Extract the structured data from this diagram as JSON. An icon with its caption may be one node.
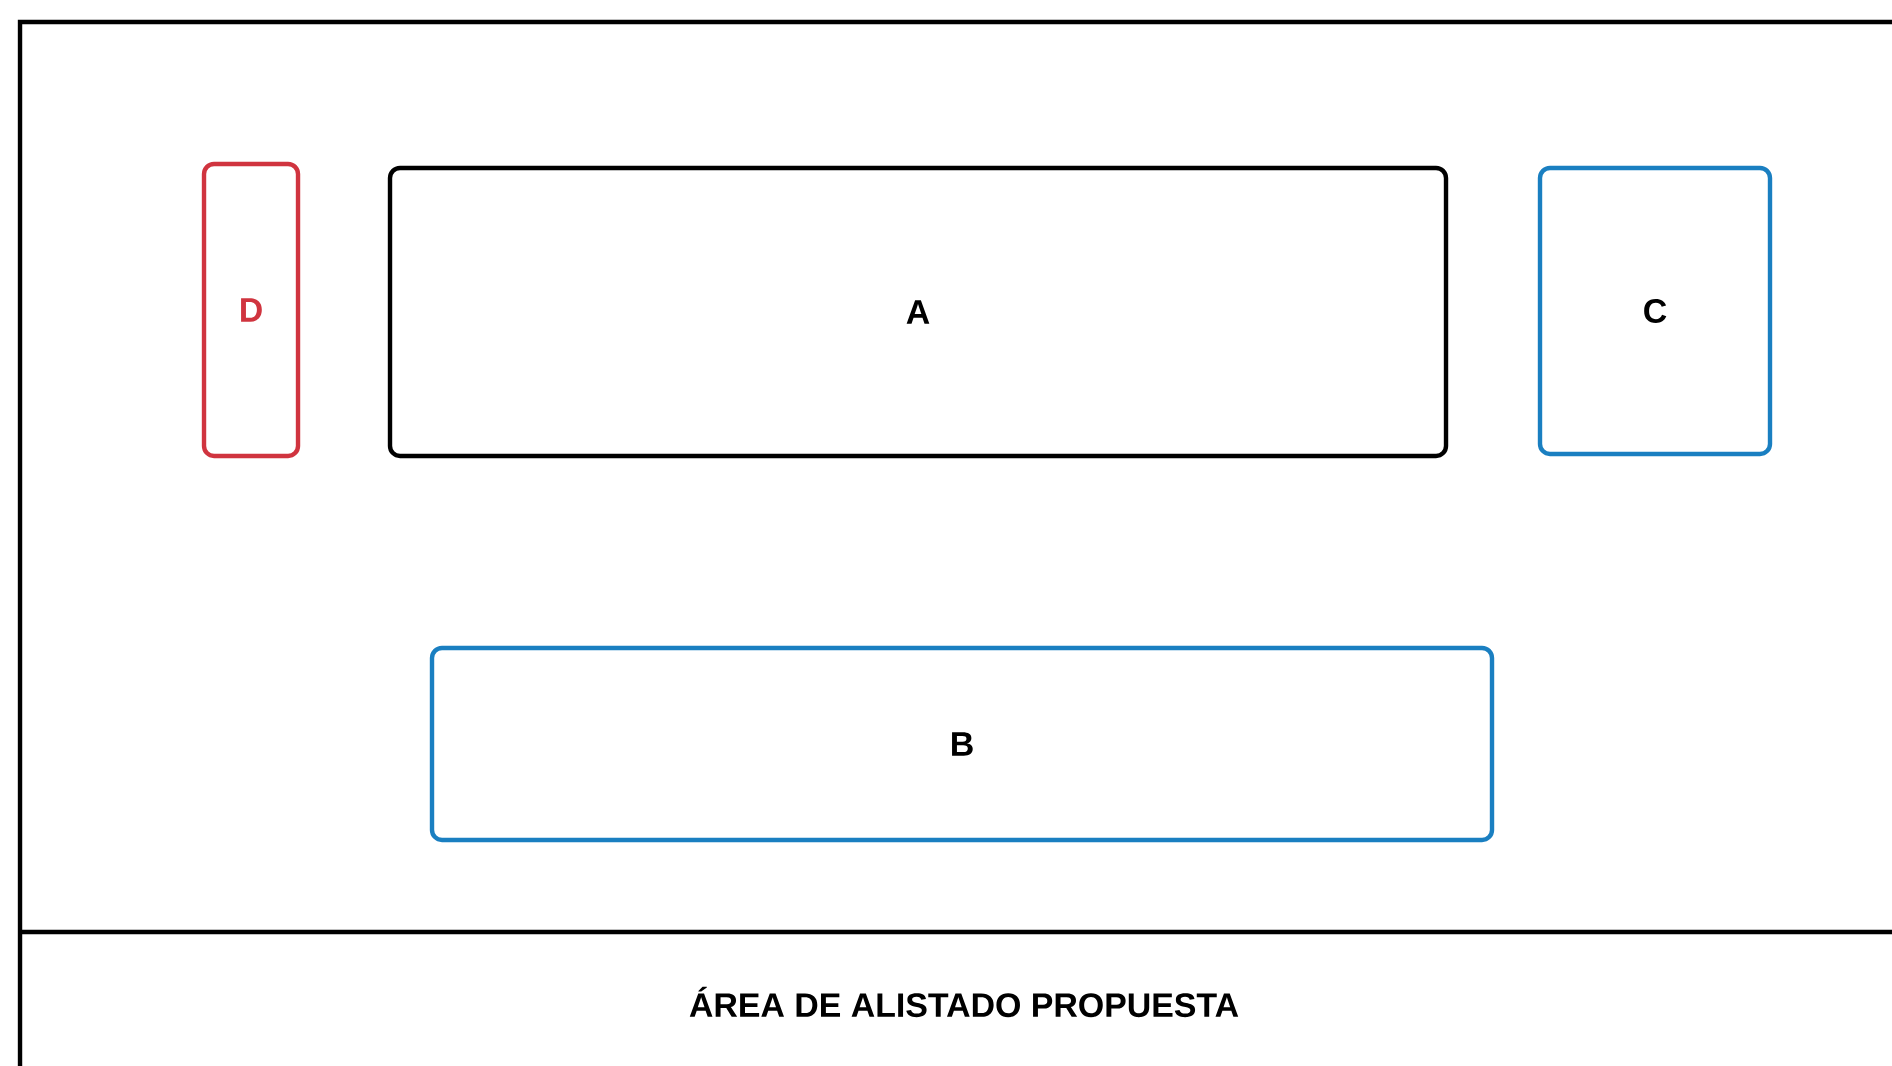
{
  "diagram": {
    "title": "ÁREA DE ALISTADO PROPUESTA",
    "nodes": [
      {
        "text": [
          "D"
        ]
      },
      {
        "text": [
          "A"
        ]
      },
      {
        "text": [
          "C"
        ]
      },
      {
        "text": [
          "B"
        ]
      }
    ]
  }
}
